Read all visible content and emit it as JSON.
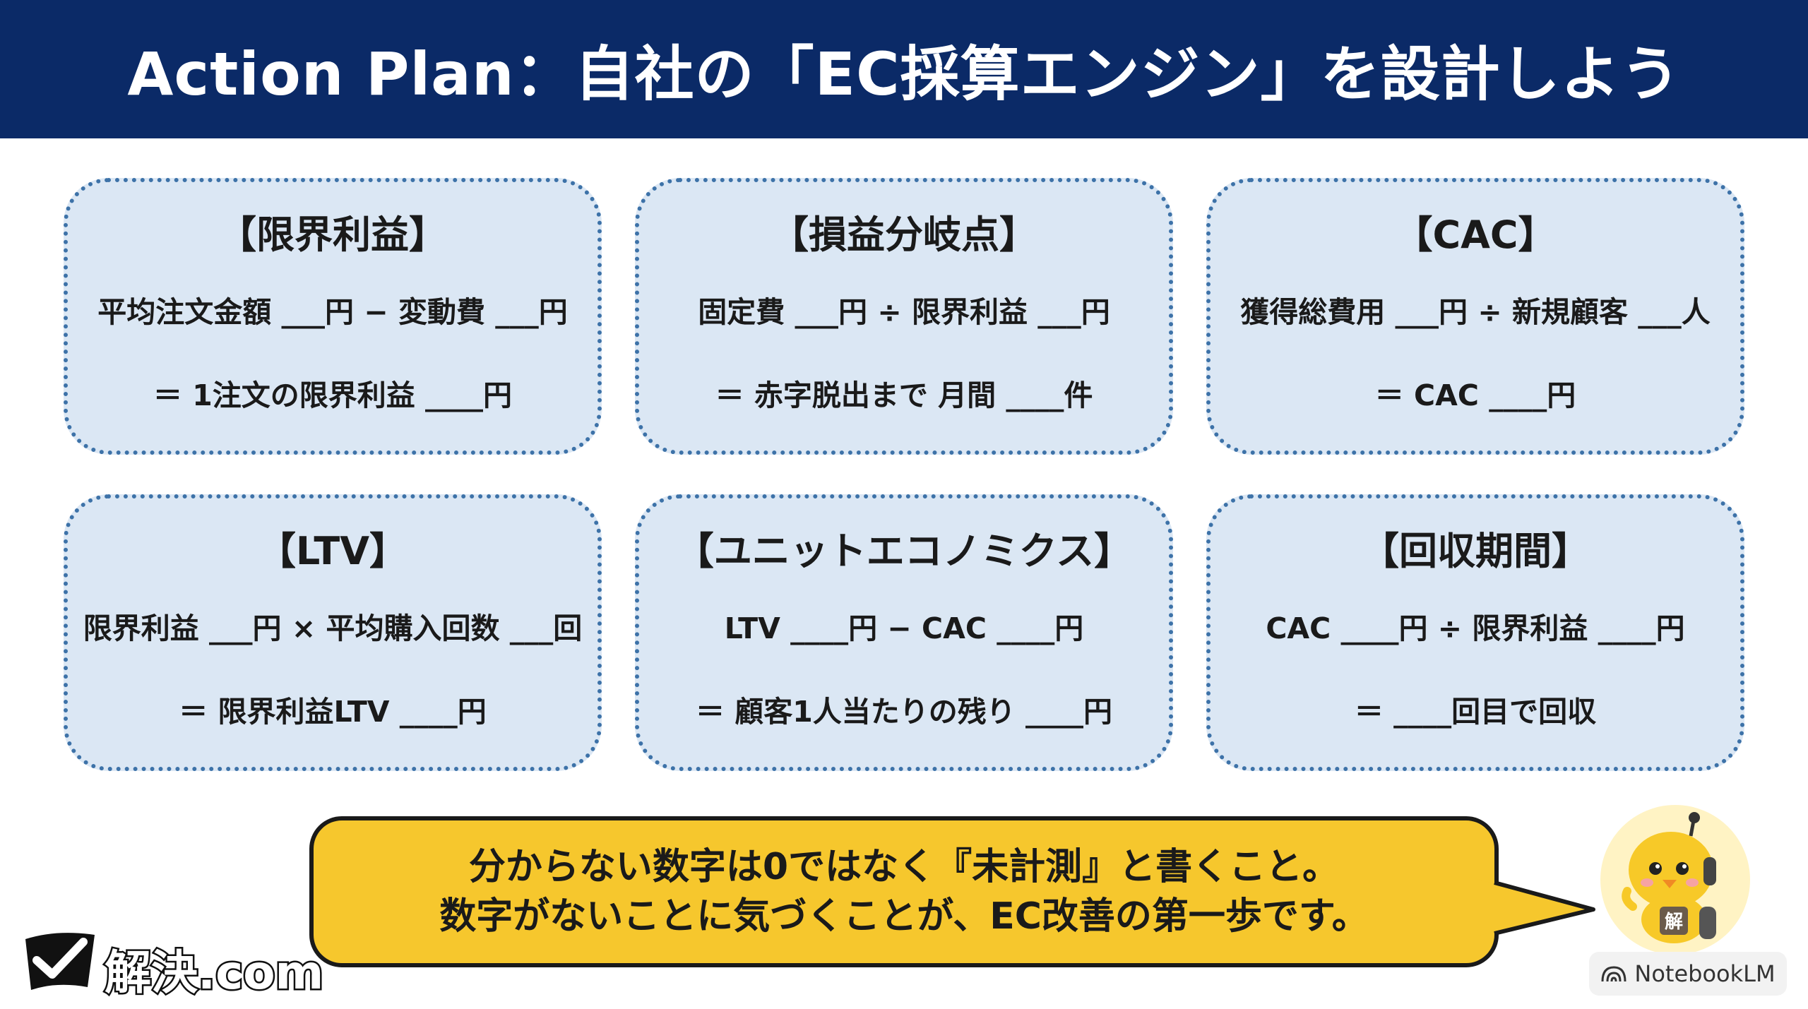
{
  "header": {
    "title": "Action Plan：自社の「EC採算エンジン」を設計しよう"
  },
  "cards": [
    {
      "title": "【限界利益】",
      "line1": "平均注文金額 ___円 − 変動費 ___円",
      "line2": "＝ 1注文の限界利益 ____円"
    },
    {
      "title": "【損益分岐点】",
      "line1": "固定費 ___円 ÷ 限界利益 ___円",
      "line2": "＝ 赤字脱出まで 月間 ____件"
    },
    {
      "title": "【CAC】",
      "line1": "獲得総費用 ___円 ÷ 新規顧客 ___人",
      "line2": "＝ CAC ____円"
    },
    {
      "title": "【LTV】",
      "line1": "限界利益 ___円 × 平均購入回数 ___回",
      "line2": "＝ 限界利益LTV ____円"
    },
    {
      "title": "【ユニットエコノミクス】",
      "line1": "LTV ____円 − CAC ____円",
      "line2": "＝ 顧客1人当たりの残り ____円"
    },
    {
      "title": "【回収期間】",
      "line1": "CAC ____円 ÷ 限界利益 ____円",
      "line2": "＝ ____回目で回収"
    }
  ],
  "callout": {
    "line1": "分からない数字は0ではなく『未計測』と書くこと。",
    "line2": "数字がないことに気づくことが、EC改善の第一歩です。"
  },
  "logo": {
    "text": "解決.com",
    "icon": "check-flag-icon"
  },
  "mascot": {
    "icon": "chick-robot-mascot-icon",
    "badge": "解"
  },
  "watermark": {
    "text": "NotebookLM",
    "icon": "notebooklm-icon"
  },
  "colors": {
    "header_bg": "#0b2a67",
    "card_bg": "#dbe7f4",
    "card_border": "#3d72a8",
    "callout_bg": "#f6c72d"
  }
}
